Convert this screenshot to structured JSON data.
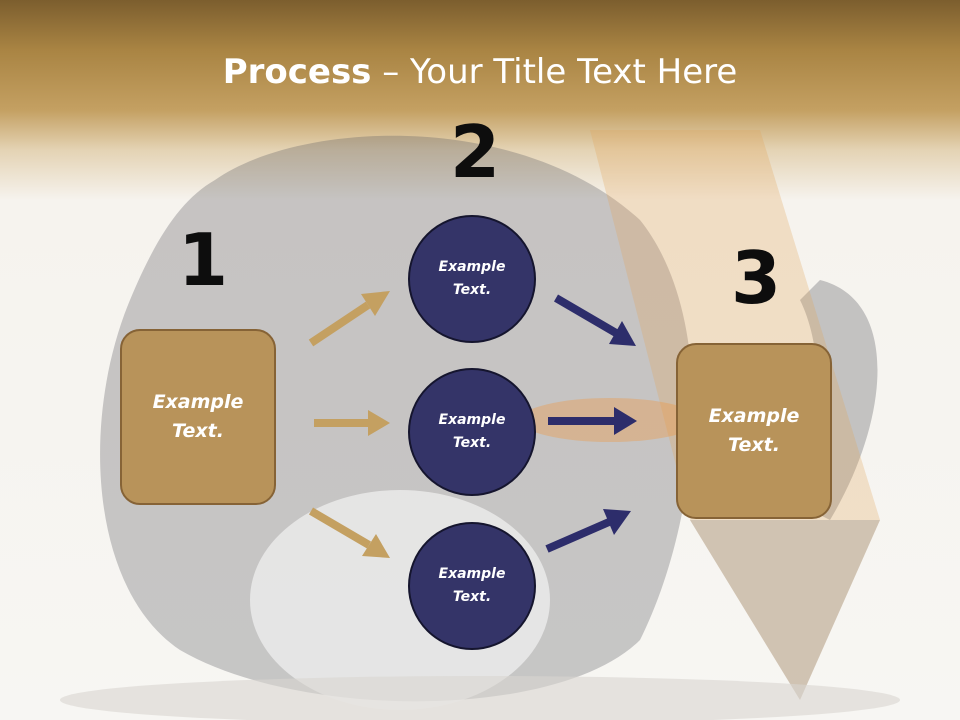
{
  "title": {
    "bold": "Process",
    "rest": " – Your Title Text Here"
  },
  "steps": [
    {
      "number": "1",
      "text": "Example Text."
    },
    {
      "number": "2",
      "items": [
        {
          "text": "Example Text."
        },
        {
          "text": "Example Text."
        },
        {
          "text": "Example Text."
        }
      ]
    },
    {
      "number": "3",
      "text": "Example Text."
    }
  ],
  "colors": {
    "box": "#b8935a",
    "circle": "#343468",
    "arrow_gold": "#c4a061",
    "arrow_navy": "#2d2d6b"
  }
}
